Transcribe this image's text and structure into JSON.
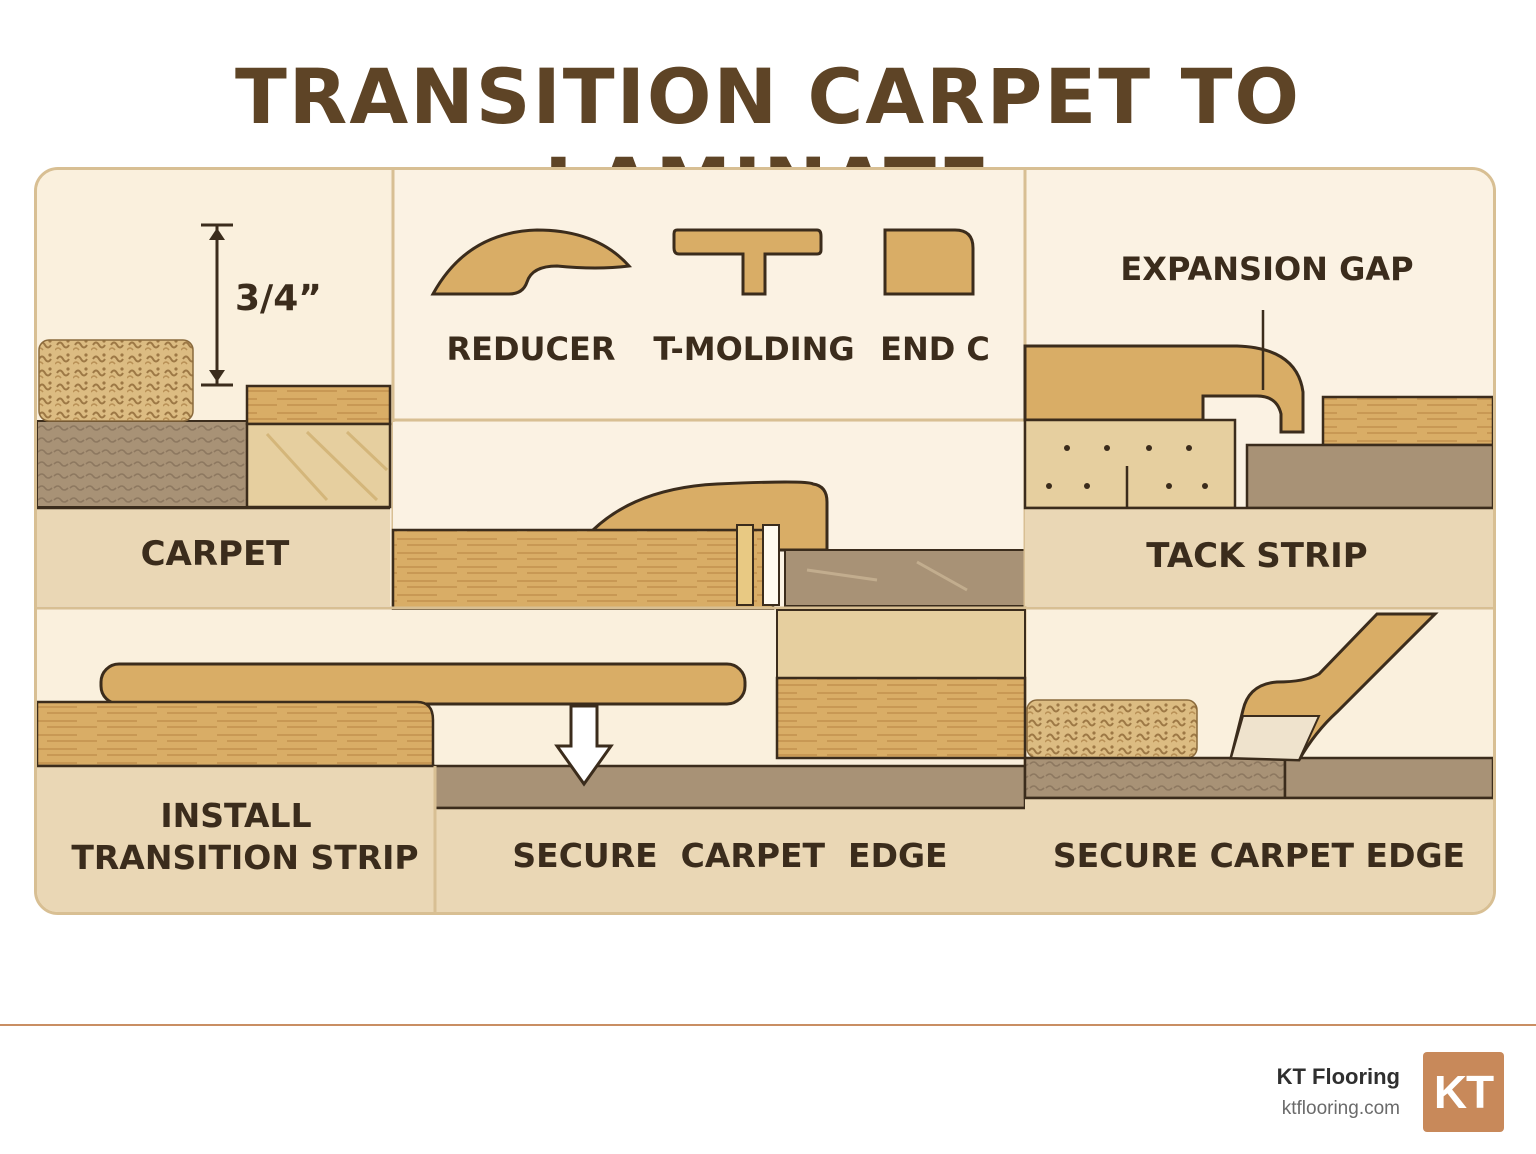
{
  "title": "TRANSITION CARPET TO LAMINATE",
  "panels": {
    "carpet": {
      "measure": "3/4”",
      "label": "CARPET"
    },
    "profiles": {
      "reducer": "REDUCER",
      "t_molding": "T-MOLDING",
      "end_cap": "END C"
    },
    "expansion": {
      "gap_label": "EXPANSION GAP",
      "tack_label": "TACK STRIP"
    },
    "install": {
      "label_line1": "INSTALL",
      "label_line2": "TRANSITION STRIP"
    },
    "secure_mid": {
      "label": "SECURE  CARPET  EDGE"
    },
    "secure_right": {
      "label": "SECURE CARPET EDGE"
    }
  },
  "footer": {
    "brand": "KT Flooring",
    "url": "ktflooring.com",
    "logo_text": "KT"
  },
  "colors": {
    "title": "#5e4426",
    "panel_bg": "#f9eedc",
    "label_band": "#ead7b5",
    "wood": "#d9ad66",
    "wood_dark": "#c99a52",
    "subfloor": "#a89276",
    "carpet": "#dcbc82",
    "outline": "#3b2c1c",
    "accent": "#c8895a"
  }
}
